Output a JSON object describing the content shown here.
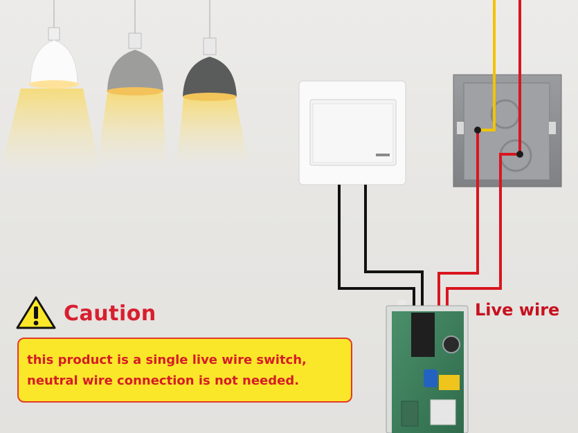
{
  "caution": {
    "title": "Caution",
    "icon": "warning-triangle-icon",
    "lines": [
      "this product is a single live wire switch,",
      "neutral wire connection is not needed."
    ]
  },
  "labels": {
    "live_wire": "Live wire"
  },
  "colors": {
    "caution_red": "#d81f2e",
    "notice_yellow": "#fbe72a",
    "wire_red": "#d9151f",
    "wire_yellow": "#f2c400",
    "wire_black": "#111111"
  }
}
